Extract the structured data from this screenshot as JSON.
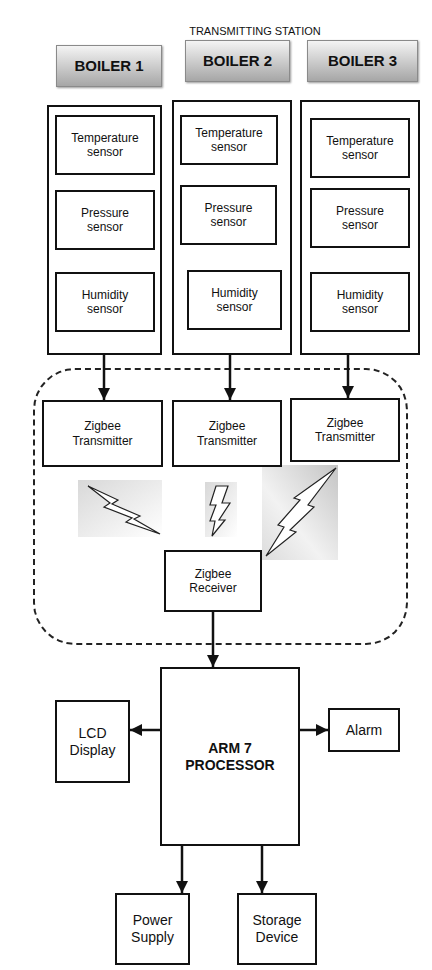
{
  "diagram": {
    "title": "TRANSMITTING STATION",
    "nodes": [
      {
        "text": [
          "BOILER 1"
        ]
      },
      {
        "text": [
          "BOILER 2"
        ]
      },
      {
        "text": [
          "BOILER 3"
        ]
      },
      {
        "text": []
      },
      {
        "text": [
          "Temperature sensor"
        ],
        "in": 3
      },
      {
        "text": [
          "Pressure sensor"
        ],
        "in": 3
      },
      {
        "text": [
          "Humidity sensor"
        ],
        "in": 3
      },
      {
        "text": []
      },
      {
        "text": [
          "Temperature sensor"
        ],
        "in": 7
      },
      {
        "text": [
          "Pressure sensor"
        ],
        "in": 7
      },
      {
        "text": [
          "Humidity sensor"
        ],
        "in": 7
      },
      {
        "text": []
      },
      {
        "text": [
          "Temperature sensor"
        ],
        "in": 11
      },
      {
        "text": [
          "Pressure sensor"
        ],
        "in": 11
      },
      {
        "text": [
          "Humidity sensor"
        ],
        "in": 11
      },
      {
        "text": []
      },
      {
        "text": [
          "Zigbee Transmitter"
        ],
        "in": 15
      },
      {
        "text": [
          "Zigbee Transmitter"
        ],
        "in": 15
      },
      {
        "text": [
          "Zigbee Transmitter"
        ],
        "in": 15
      },
      {
        "text": [
          "Zigbee Receiver"
        ],
        "in": 15
      },
      {
        "text": [
          "LCD Display"
        ]
      },
      {
        "text": [
          "ARM 7 PROCESSOR"
        ]
      },
      {
        "text": [
          "Alarm"
        ]
      },
      {
        "text": [
          "Power Supply"
        ]
      },
      {
        "text": [
          "Storage Device"
        ]
      }
    ],
    "edges": [
      {
        "from": 3,
        "to": 16,
        "arrow": "to"
      },
      {
        "from": 7,
        "to": 17,
        "arrow": "to"
      },
      {
        "from": 11,
        "to": 18,
        "arrow": "to"
      },
      {
        "from": 19,
        "to": 21,
        "arrow": "to"
      },
      {
        "from": 21,
        "to": 20,
        "arrow": "to"
      },
      {
        "from": 21,
        "to": 22,
        "arrow": "to"
      },
      {
        "from": 21,
        "to": 23,
        "arrow": "to"
      },
      {
        "from": 21,
        "to": 24,
        "arrow": "to"
      }
    ]
  }
}
